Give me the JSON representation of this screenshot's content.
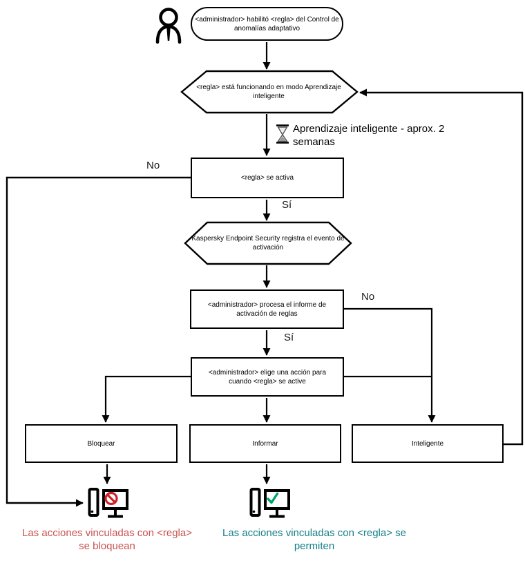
{
  "diagram": {
    "nodes": {
      "start": "<administrador> habilitó <regla> del Control de anomalías adaptativo",
      "learning_mode": "<regla> está funcionando en modo Aprendizaje inteligente",
      "rule_activates": "<regla> se activa",
      "kes_logs": "Kaspersky Endpoint Security registra el evento de activación",
      "admin_report": "<administrador> procesa el informe de activación de reglas",
      "admin_action": "<administrador> elige una acción para cuando <regla> se active",
      "block": "Bloquear",
      "inform": "Informar",
      "smart": "Inteligente"
    },
    "edge_labels": {
      "no1": "No",
      "si1": "Sí",
      "no2": "No",
      "si2": "Sí"
    },
    "wait_note": "Aprendizaje inteligente - aprox. 2 semanas",
    "outcomes": {
      "blocked": "Las acciones vinculadas con <regla> se bloquean",
      "allowed": "Las acciones vinculadas con <regla> se permiten"
    },
    "icons": {
      "actor": "person-icon",
      "wait": "hourglass-icon",
      "blocked": "computer-blocked-icon",
      "allowed": "computer-allowed-icon"
    },
    "colors": {
      "line": "#000000",
      "blocked_badge": "#d02028",
      "allowed_badge": "#00a36e",
      "blocked_text": "#c9534f",
      "allowed_text": "#14808a"
    }
  }
}
